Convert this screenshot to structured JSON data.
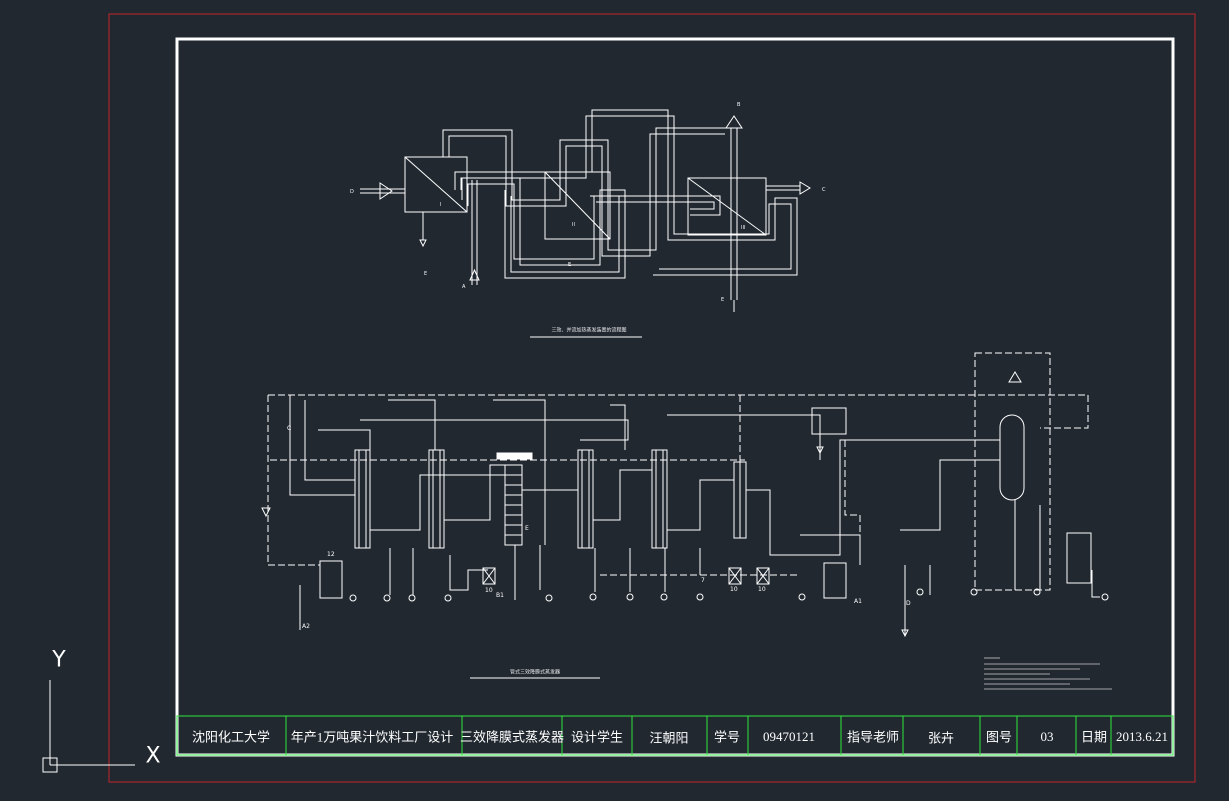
{
  "title_block": {
    "school": "沈阳化工大学",
    "project": "年产1万吨果汁饮料工厂设计",
    "drawing_name": "三效降膜式蒸发器",
    "designer_label": "设计学生",
    "designer": "汪朝阳",
    "id_label": "学号",
    "student_id": "09470121",
    "advisor_label": "指导老师",
    "advisor": "张卉",
    "drawing_no_label": "图号",
    "drawing_no": "03",
    "date_label": "日期",
    "date": "2013.6.21"
  },
  "diagram1": {
    "caption": "三效、并流加热蒸发装置的流程图",
    "labels": {
      "B": "B",
      "D": "D",
      "C": "C",
      "E1": "E",
      "E2": "E",
      "E3": "E",
      "A": "A",
      "I": "I",
      "II": "II",
      "III": "III"
    }
  },
  "diagram2": {
    "caption": "管式三效降膜式蒸发器",
    "labels": {
      "A1": "A1",
      "A2": "A2",
      "B1": "B1",
      "D": "D",
      "C": "C",
      "E": "E",
      "n12": "12",
      "n10a": "10",
      "n10b": "10",
      "n10c": "10",
      "n7": "7"
    }
  },
  "ucs": {
    "x": "X",
    "y": "Y"
  },
  "colors": {
    "background": "#212830",
    "frame_outer": "#c0282d",
    "frame_inner": "#ffffff",
    "title_grid": "#2ee63c",
    "lines": "#ffffff"
  }
}
